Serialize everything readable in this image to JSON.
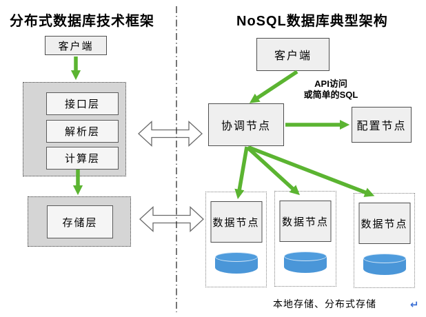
{
  "left_panel": {
    "title": "分布式数据库技术框架",
    "client_label": "客户端",
    "layers": [
      "接口层",
      "解析层",
      "计算层"
    ],
    "storage_label": "存储层"
  },
  "right_panel": {
    "title": "NoSQL数据库典型架构",
    "client_label": "客户端",
    "coordinator_label": "协调节点",
    "config_label": "配置节点",
    "api_note_line1": "API访问",
    "api_note_line2": "或简单的SQL",
    "data_nodes": [
      "数据节点",
      "数据节点",
      "数据节点"
    ],
    "bottom_note": "本地存储、分布式存储",
    "return_mark": "↵"
  },
  "colors": {
    "arrow_green": "#5bb431",
    "cylinder_blue": "#4a96d8",
    "container_gray": "#d5d5d5",
    "box_fill": "#efefef",
    "return_blue": "#3b6fd4"
  }
}
